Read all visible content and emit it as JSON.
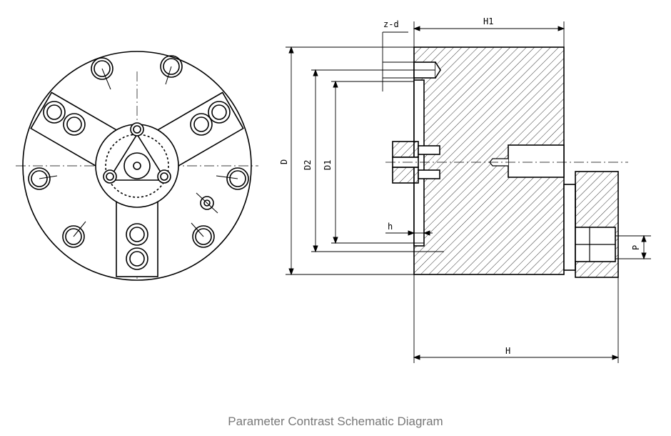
{
  "caption": "Parameter Contrast Schematic Diagram",
  "labels": {
    "z_d": "z-d",
    "h1": "H1",
    "d": "D",
    "d2": "D2",
    "d1": "D1",
    "h_small": "h",
    "p": "P",
    "h": "H"
  },
  "colors": {
    "line": "#000000",
    "caption": "#777777",
    "background": "#ffffff"
  }
}
